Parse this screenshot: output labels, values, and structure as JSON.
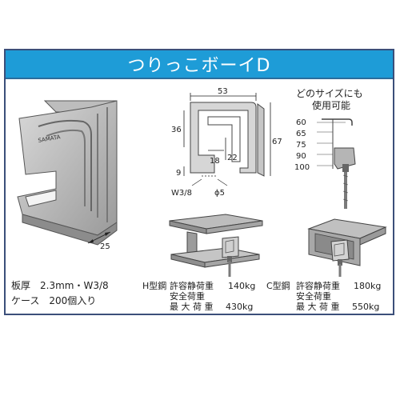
{
  "title": "つりっこボーイD",
  "main_dims": {
    "width": "53",
    "height_left": "36",
    "height_right": "67",
    "inner_w": "18",
    "inner_h": "22",
    "bottom_h": "9",
    "bolt": "W3/8",
    "hole": "ϕ5"
  },
  "depth": "25",
  "stamp_text": "SAMATA",
  "size_note": {
    "line1": "どのサイズにも",
    "line2": "使用可能"
  },
  "size_list": [
    "60",
    "65",
    "75",
    "90",
    "100"
  ],
  "spec": {
    "thickness": "板厚　2.3mm・W3/8",
    "case": "ケース　200個入り"
  },
  "h_steel": {
    "name": "H型鋼",
    "row1_label": "許容静荷重",
    "row1_value": "140kg",
    "row2_label": "安全荷重",
    "row3_label": "最 大 荷 重",
    "row3_value": "430kg"
  },
  "c_steel": {
    "name": "C型鋼",
    "row1_label": "許容静荷重",
    "row1_value": "180kg",
    "row2_label": "安全荷重",
    "row3_label": "最 大 荷 重",
    "row3_value": "550kg"
  },
  "colors": {
    "title_bg": "#1e9cd7",
    "border": "#3b4f7a",
    "metal": "#a9a9a9"
  }
}
